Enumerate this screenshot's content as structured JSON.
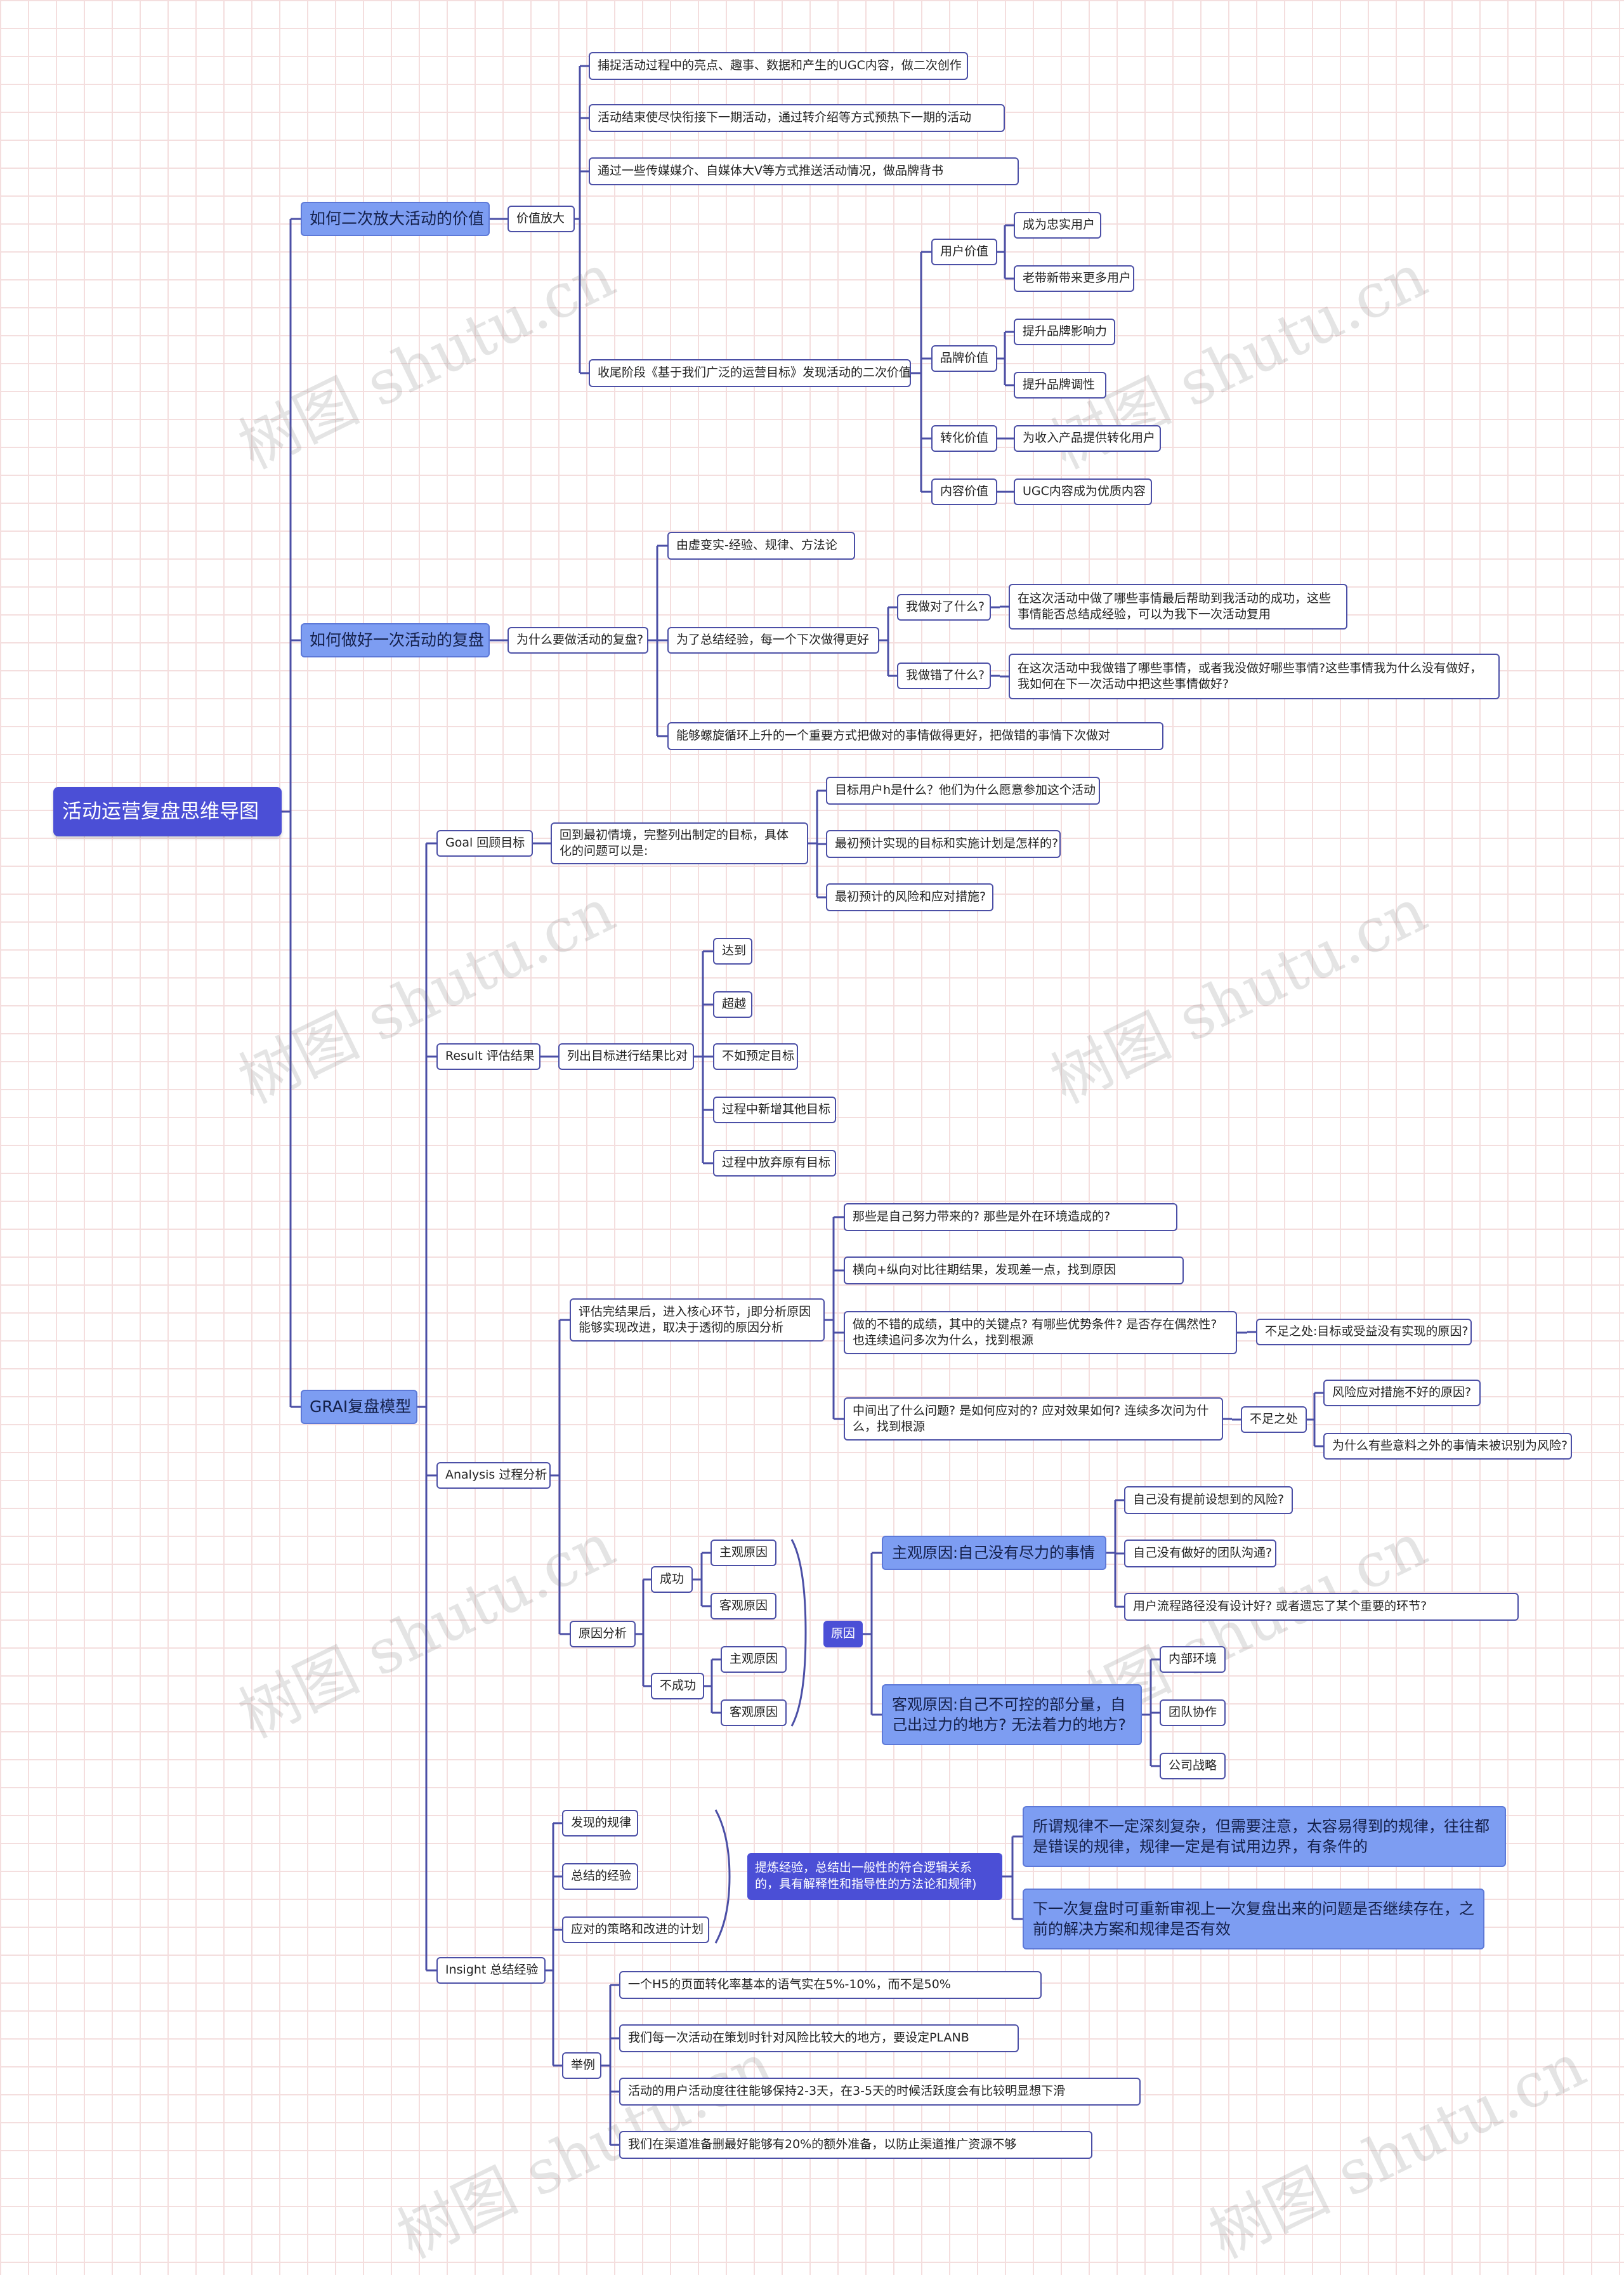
{
  "root": "活动运营复盘思维导图",
  "watermark": "树图 shutu.cn",
  "b1": {
    "title": "如何二次放大活动的价值",
    "hub": "价值放大",
    "items": [
      "捕捉活动过程中的亮点、趣事、数据和产生的UGC内容，做二次创作",
      "活动结束使尽快衔接下一期活动，通过转介绍等方式预热下一期的活动",
      "通过一些传媒媒介、自媒体大V等方式推送活动情况，做品牌背书",
      "收尾阶段《基于我们广泛的运营目标》发现活动的二次价值"
    ],
    "values": [
      {
        "label": "用户价值",
        "items": [
          "成为忠实用户",
          "老带新带来更多用户"
        ]
      },
      {
        "label": "品牌价值",
        "items": [
          "提升品牌影响力",
          "提升品牌调性"
        ]
      },
      {
        "label": "转化价值",
        "items": [
          "为收入产品提供转化用户"
        ]
      },
      {
        "label": "内容价值",
        "items": [
          "UGC内容成为优质内容"
        ]
      }
    ]
  },
  "b2": {
    "title": "如何做好一次活动的复盘",
    "hub": "为什么要做活动的复盘?",
    "item1": "由虚变实-经验、规律、方法论",
    "item2": "为了总结经验，每一个下次做得更好",
    "q1": "我做对了什么?",
    "a1": "在这次活动中做了哪些事情最后帮助到我活动的成功，这些事情能否总结成经验，可以为我下一次活动复用",
    "q2": "我做错了什么?",
    "a2": "在这次活动中我做错了哪些事情，或者我没做好哪些事情?这些事情我为什么没有做好，我如何在下一次活动中把这些事情做好?",
    "item3": "能够螺旋循环上升的一个重要方式把做对的事情做得更好，把做错的事情下次做对"
  },
  "b3": {
    "title": "GRAI复盘模型",
    "goal": {
      "label": "Goal 回顾目标",
      "desc": "回到最初情境，完整列出制定的目标，具体化的问题可以是:",
      "items": [
        "目标用户h是什么？他们为什么愿意参加这个活动",
        "最初预计实现的目标和实施计划是怎样的?",
        "最初预计的风险和应对措施?"
      ]
    },
    "result": {
      "label": "Result 评估结果",
      "desc": "列出目标进行结果比对",
      "items": [
        "达到",
        "超越",
        "不如预定目标",
        "过程中新增其他目标",
        "过程中放弃原有目标"
      ]
    },
    "analysis": {
      "label": "Analysis 过程分析",
      "desc": "评估完结果后，进入核心环节，j即分析原因能够实现改进，取决于透彻的原因分析",
      "q1": "那些是自己努力带来的? 那些是外在环境造成的?",
      "q2": "横向+纵向对比往期结果，发现差一点，找到原因",
      "q3": "做的不错的成绩，其中的关键点? 有哪些优势条件? 是否存在偶然性? 也连续追问多次为什么，找到根源",
      "q3note": "不足之处:目标或受益没有实现的原因?",
      "q4": "中间出了什么问题? 是如何应对的? 应对效果如何? 连续多次问为什么，找到根源",
      "q4hub": "不足之处",
      "q4items": [
        "风险应对措施不好的原因?",
        "为什么有些意料之外的事情未被识别为风险?"
      ],
      "reasonHub": "原因分析",
      "success": "成功",
      "fail": "不成功",
      "subj": "主观原因",
      "obj": "客观原因",
      "cause": "原因",
      "subjTitle": "主观原因:自己没有尽力的事情",
      "subjItems": [
        "自己没有提前设想到的风险?",
        "自己没有做好的团队沟通?",
        "用户流程路径没有设计好? 或者遗忘了某个重要的环节?"
      ],
      "objTitle": "客观原因:自己不可控的部分量，自己出过力的地方? 无法着力的地方?",
      "objItems": [
        "内部环境",
        "团队协作",
        "公司战略"
      ]
    },
    "insight": {
      "label": "Insight 总结经验",
      "items": [
        "发现的规律",
        "总结的经验",
        "应对的策略和改进的计划"
      ],
      "summary": "提炼经验，总结出一般性的符合逻辑关系的，具有解释性和指导性的方法论和规律)",
      "notes": [
        "所谓规律不一定深刻复杂，但需要注意，太容易得到的规律，往往都是错误的规律，规律一定是有试用边界，有条件的",
        "下一次复盘时可重新审视上一次复盘出来的问题是否继续存在，之前的解决方案和规律是否有效"
      ],
      "exLabel": "举例",
      "examples": [
        "一个H5的页面转化率基本的语气实在5%-10%，而不是50%",
        "我们每一次活动在策划时针对风险比较大的地方，要设定PLANB",
        "活动的用户活动度往往能够保持2-3天，在3-5天的时候活跃度会有比较明显想下滑",
        "我们在渠道准备删最好能够有20%的额外准备，以防止渠道推广资源不够"
      ]
    }
  }
}
